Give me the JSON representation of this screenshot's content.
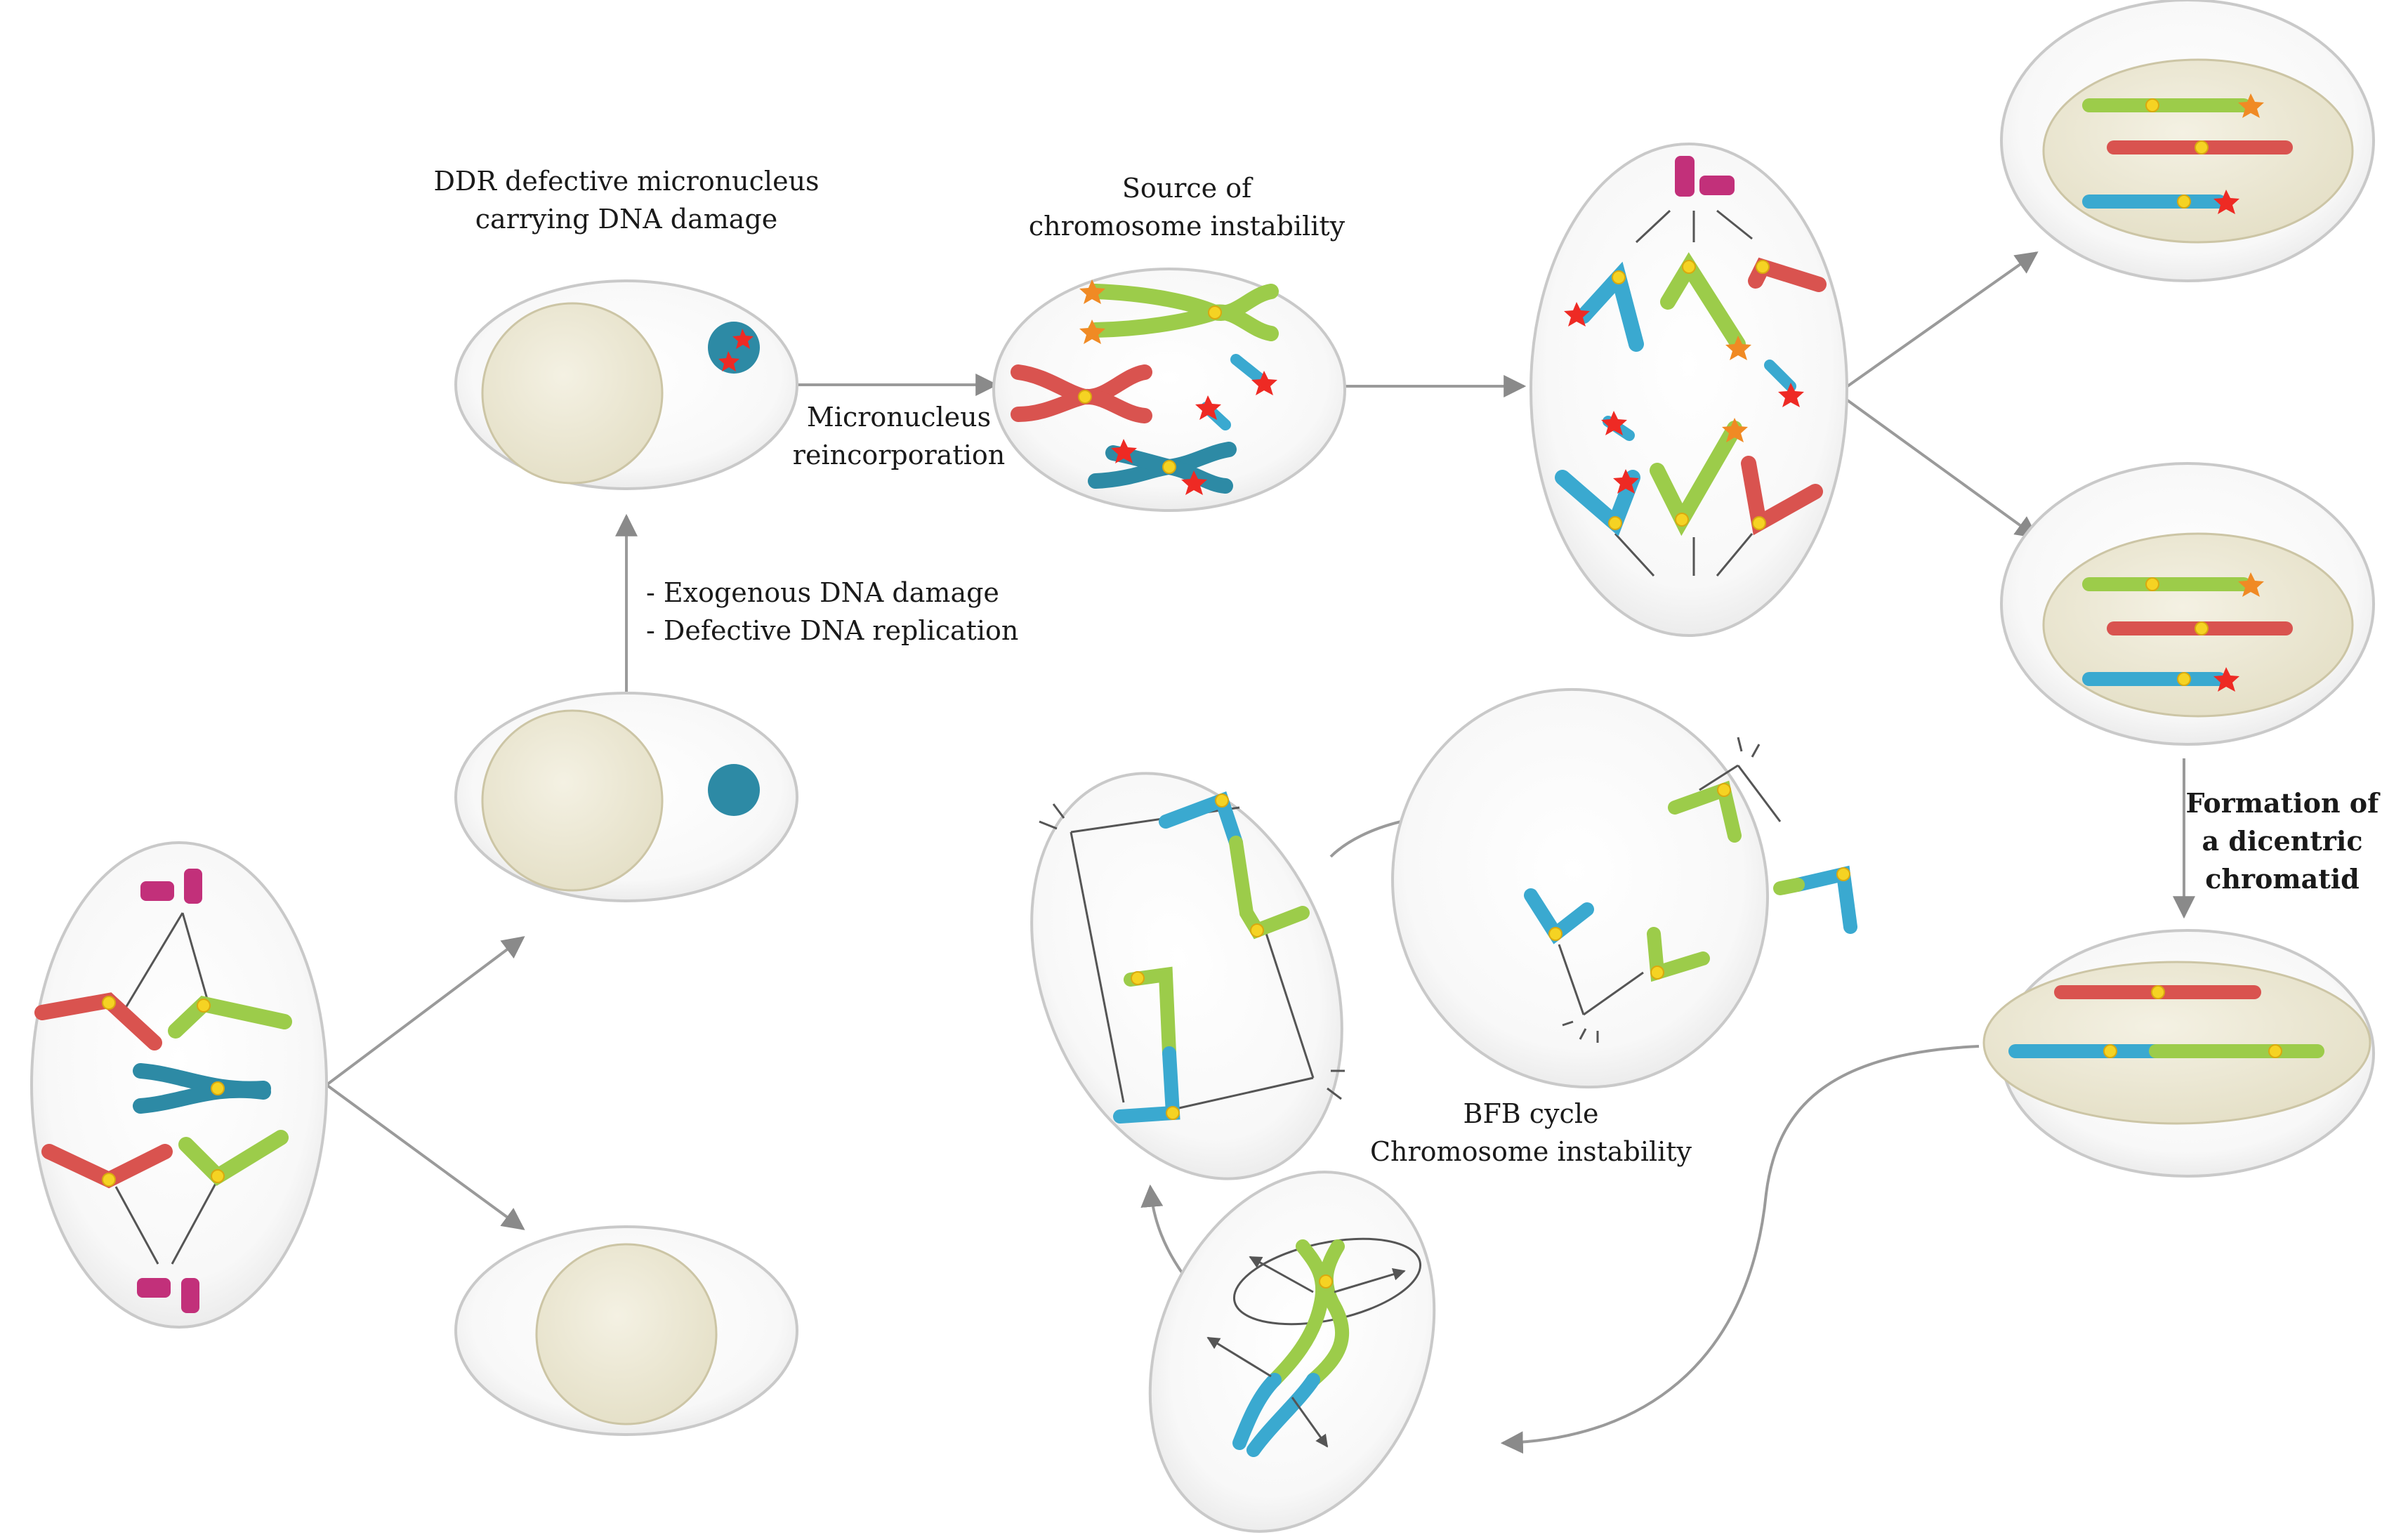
{
  "labels": {
    "ddr_line1": "DDR defective micronucleus",
    "ddr_line2": "carrying DNA damage",
    "source_line1": "Source of",
    "source_line2": "chromosome instability",
    "micronucleus_line1": "Micronucleus",
    "micronucleus_line2": "reincorporation",
    "exo_line1": "- Exogenous DNA damage",
    "exo_line2": "- Defective DNA replication",
    "dicentric_line1": "Formation of",
    "dicentric_line2": "a dicentric",
    "dicentric_line3": "chromatid",
    "bfb_line1": "BFB cycle",
    "bfb_line2": "Chromosome instability"
  },
  "colors": {
    "green": "#9ccc4a",
    "red": "#d9534f",
    "blue": "#3aa9d0",
    "teal": "#2d8aa5",
    "magenta": "#c2307a",
    "star_red": "#ee2a24",
    "star_orange": "#f08a24",
    "centromere": "#f5d323",
    "nucleus": "#eeead8"
  }
}
